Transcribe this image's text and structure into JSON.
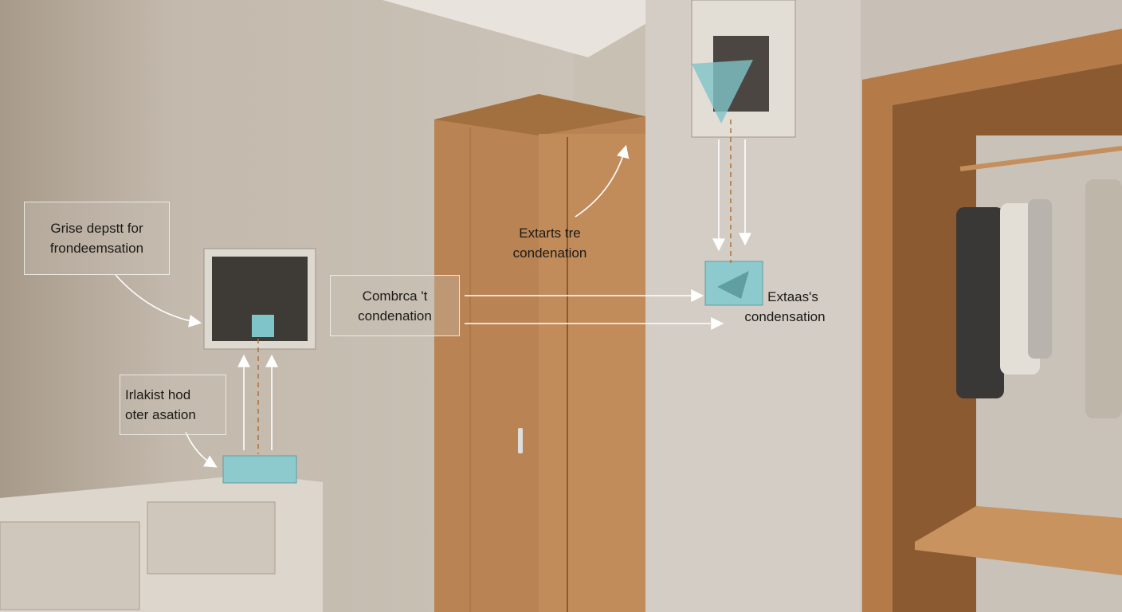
{
  "labels": {
    "top_left": {
      "line1": "Grise depstt for",
      "line2": "frondeemsation"
    },
    "bottom_left": {
      "line1": "Irlakist hod",
      "line2": "oter asation"
    },
    "center": {
      "line1": "Combrca 't",
      "line2": "condenation"
    },
    "wardrobe": {
      "line1": "Extarts tre",
      "line2": "condenation"
    },
    "right": {
      "line1": "Extaas's",
      "line2": "condensation"
    }
  },
  "colors": {
    "wall": "#c9c0b4",
    "wood": "#b98353",
    "accent_teal": "#7fc4c8",
    "arrow": "#ffffff",
    "dashed": "#b0703a"
  }
}
